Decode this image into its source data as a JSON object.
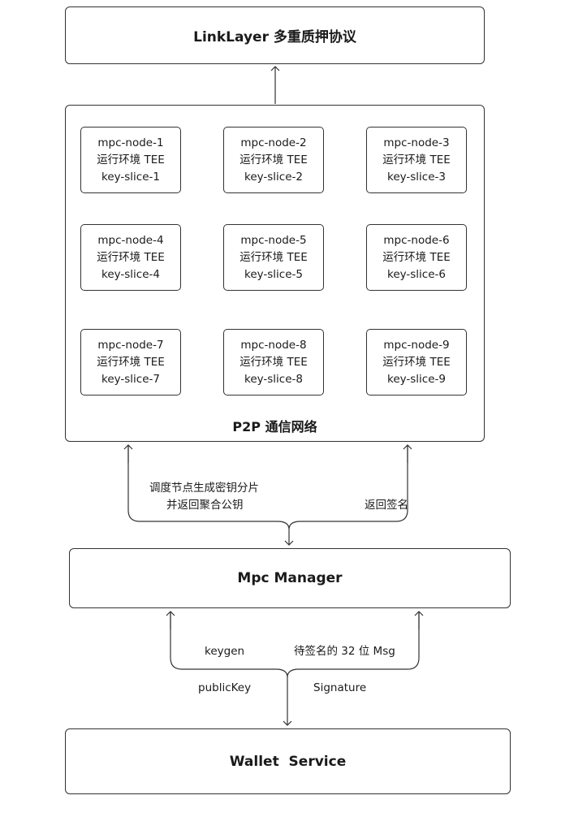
{
  "boxes": {
    "linklayer": "LinkLayer 多重质押协议",
    "p2p_network": "P2P 通信网络",
    "mpc_manager": "Mpc Manager",
    "wallet_service": "Wallet  Service"
  },
  "nodes": [
    {
      "name": "mpc-node-1",
      "env": "运行环境 TEE",
      "key": "key-slice-1"
    },
    {
      "name": "mpc-node-2",
      "env": "运行环境 TEE",
      "key": "key-slice-2"
    },
    {
      "name": "mpc-node-3",
      "env": "运行环境 TEE",
      "key": "key-slice-3"
    },
    {
      "name": "mpc-node-4",
      "env": "运行环境 TEE",
      "key": "key-slice-4"
    },
    {
      "name": "mpc-node-5",
      "env": "运行环境 TEE",
      "key": "key-slice-5"
    },
    {
      "name": "mpc-node-6",
      "env": "运行环境 TEE",
      "key": "key-slice-6"
    },
    {
      "name": "mpc-node-7",
      "env": "运行环境 TEE",
      "key": "key-slice-7"
    },
    {
      "name": "mpc-node-8",
      "env": "运行环境 TEE",
      "key": "key-slice-8"
    },
    {
      "name": "mpc-node-9",
      "env": "运行环境 TEE",
      "key": "key-slice-9"
    }
  ],
  "edges": {
    "schedule_line1": "调度节点生成密钥分片",
    "schedule_line2": "并返回聚合公钥",
    "return_signature": "返回签名",
    "keygen": "keygen",
    "msg_to_sign": "待签名的 32 位 Msg",
    "public_key": "publicKey",
    "signature": "Signature"
  }
}
